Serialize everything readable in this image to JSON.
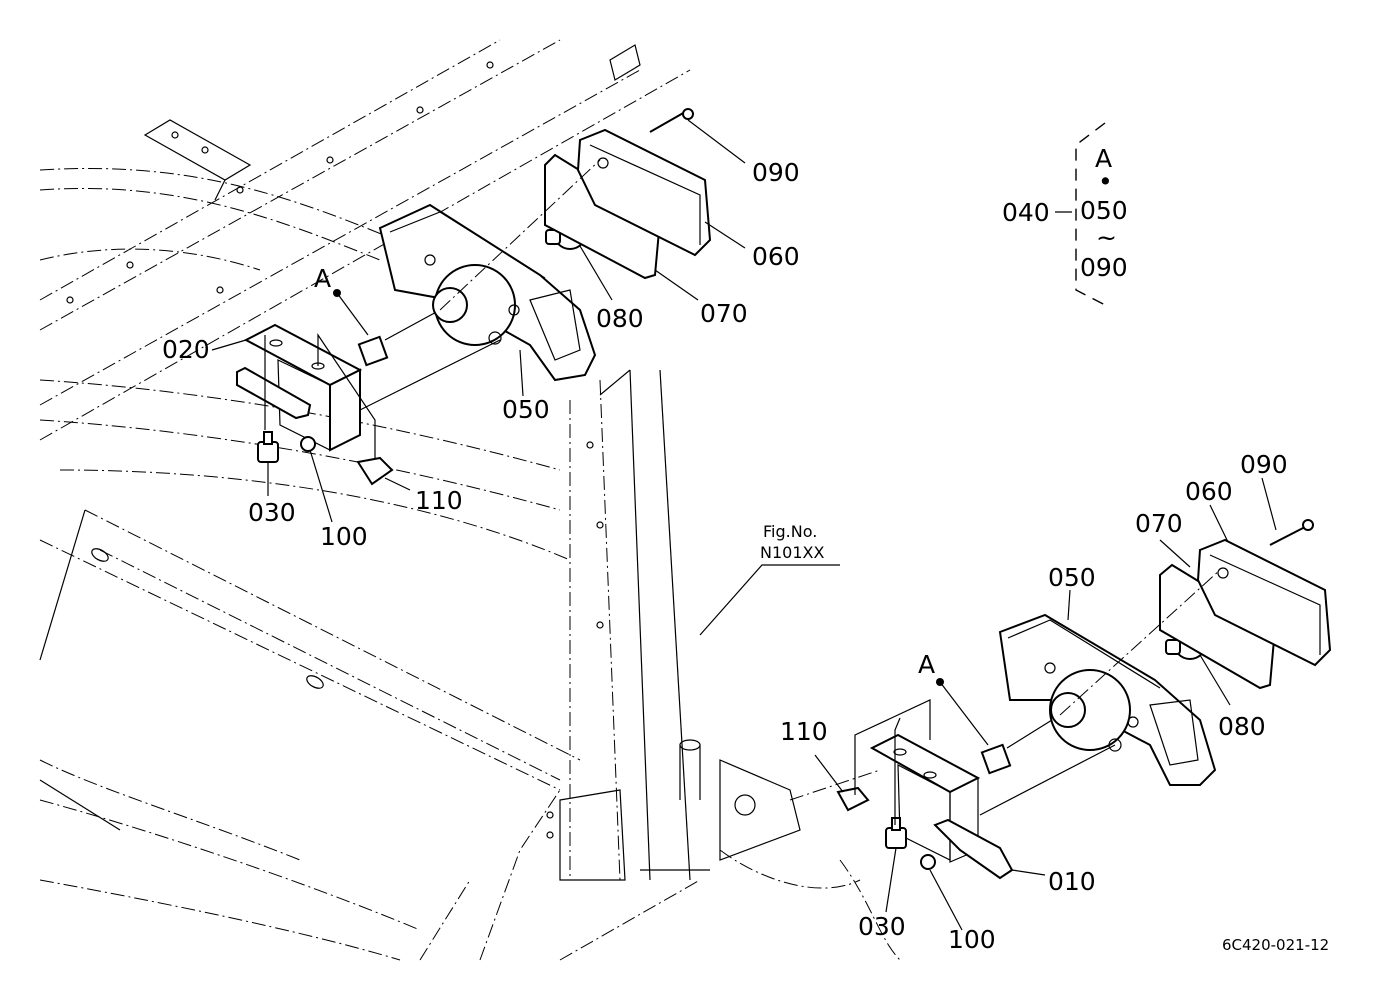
{
  "diagram": {
    "type": "exploded-parts-diagram",
    "subject": "Rear combination lamp assembly (left and right)",
    "figure_code": "6C420-021-12",
    "reference": {
      "line1": "Fig.No.",
      "line2": "N101XX"
    },
    "group_note": {
      "parent": "040",
      "marker": "A",
      "dot": "•",
      "from": "050",
      "tilde": "~",
      "to": "090"
    },
    "connector_marker": "A",
    "left_assembly": {
      "labels": {
        "p020": "020",
        "p030": "030",
        "p100": "100",
        "p110": "110",
        "p050": "050",
        "p080": "080",
        "p070": "070",
        "p060": "060",
        "p090": "090"
      }
    },
    "right_assembly": {
      "labels": {
        "p010": "010",
        "p030": "030",
        "p100": "100",
        "p110": "110",
        "p050": "050",
        "p080": "080",
        "p070": "070",
        "p060": "060",
        "p090": "090"
      }
    }
  }
}
